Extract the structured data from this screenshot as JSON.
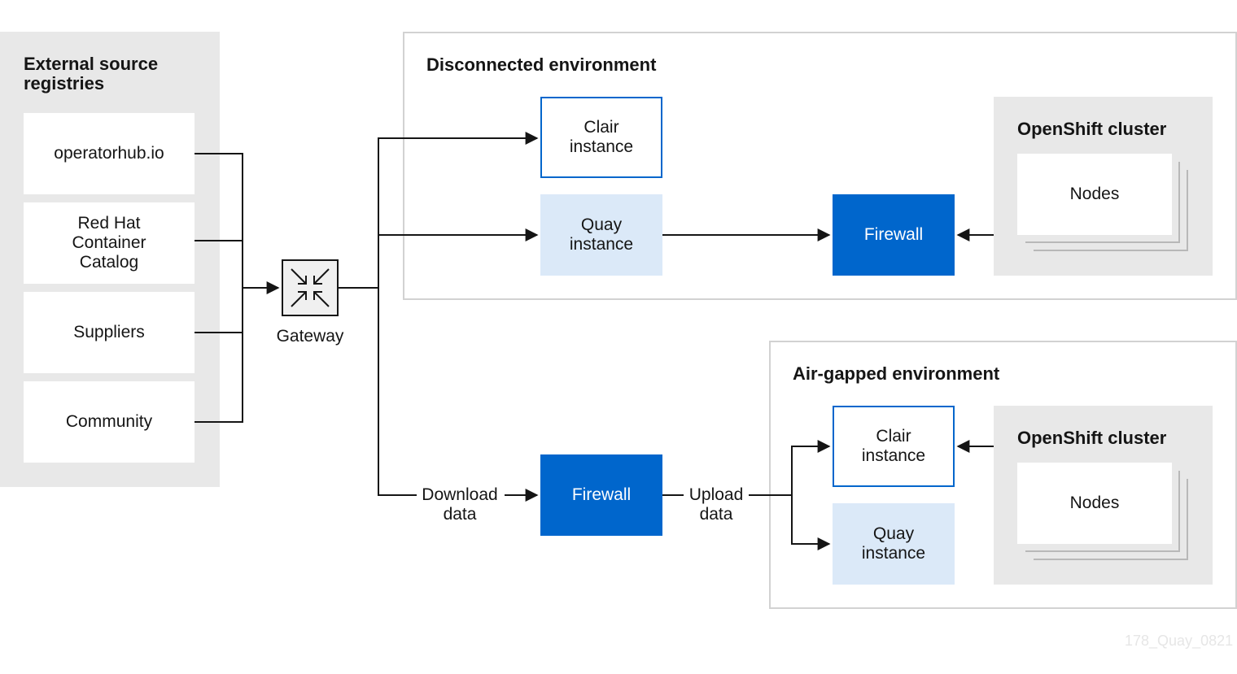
{
  "external": {
    "title": "External source registries",
    "sources": [
      "operatorhub.io",
      "Red Hat Container Catalog",
      "Suppliers",
      "Community"
    ]
  },
  "gateway": {
    "label": "Gateway"
  },
  "disconnected": {
    "title": "Disconnected environment",
    "clair": "Clair instance",
    "quay": "Quay instance",
    "firewall": "Firewall",
    "cluster_title": "OpenShift cluster",
    "nodes": "Nodes"
  },
  "transfer": {
    "download": "Download data",
    "firewall": "Firewall",
    "upload": "Upload data"
  },
  "airgapped": {
    "title": "Air-gapped environment",
    "clair": "Clair instance",
    "quay": "Quay instance",
    "cluster_title": "OpenShift cluster",
    "nodes": "Nodes"
  },
  "watermark": "178_Quay_0821"
}
